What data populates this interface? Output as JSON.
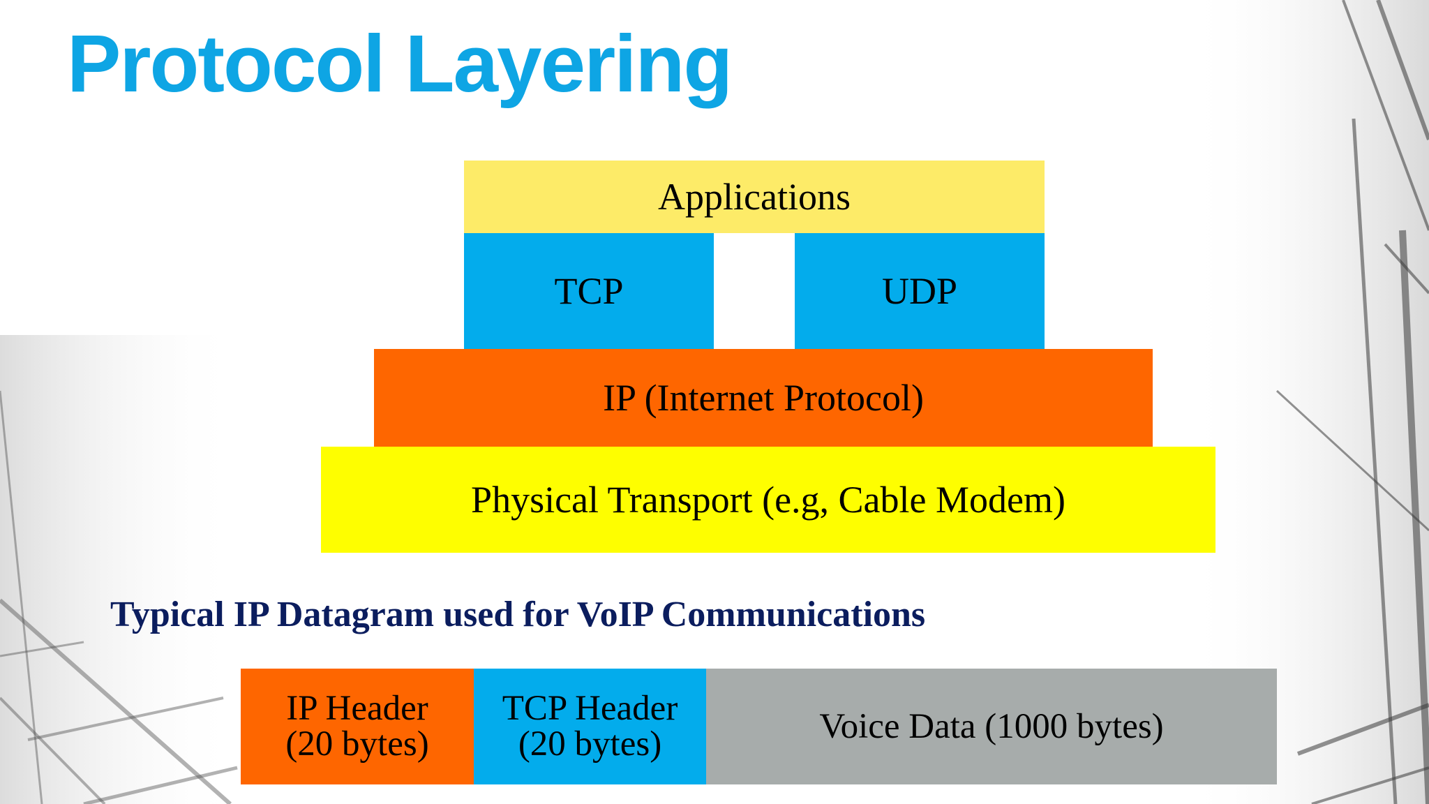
{
  "title": "Protocol Layering",
  "stack": {
    "applications": "Applications",
    "tcp": "TCP",
    "udp": "UDP",
    "ip": "IP  (Internet Protocol)",
    "physical": "Physical Transport (e.g, Cable Modem)"
  },
  "datagram": {
    "caption": "Typical  IP Datagram used for VoIP Communications",
    "ip_header": {
      "line1": "IP Header",
      "line2": "(20 bytes)"
    },
    "tcp_header": {
      "line1": "TCP Header",
      "line2": "(20 bytes)"
    },
    "voice_data": "Voice Data  (1000 bytes)"
  },
  "colors": {
    "title": "#0ea5e4",
    "applications": "#fdeb68",
    "tcp_udp": "#03acec",
    "ip": "#fe6600",
    "physical": "#fefe00",
    "caption": "#0b1d5e",
    "voice_data": "#a7acab"
  }
}
